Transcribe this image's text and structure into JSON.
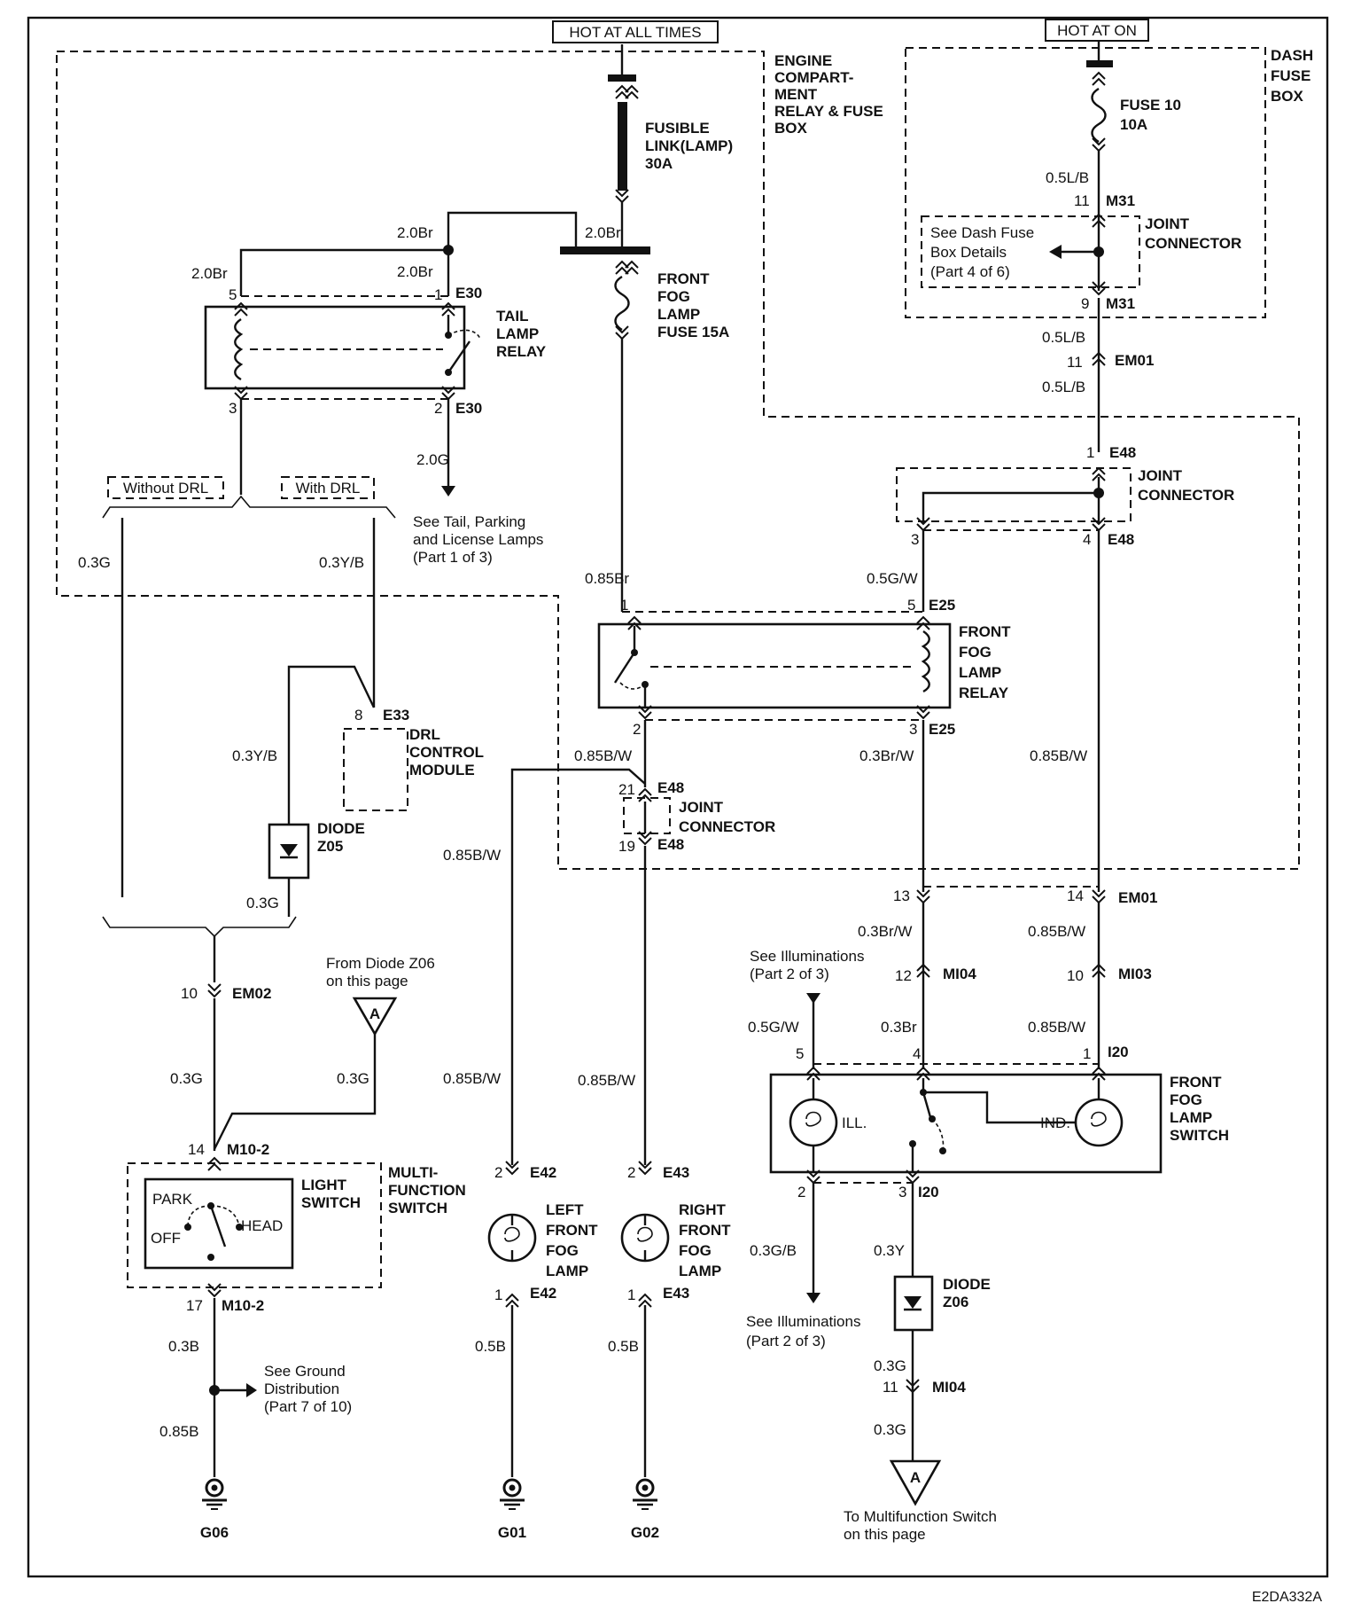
{
  "banners": {
    "hot_all": "HOT AT ALL TIMES",
    "hot_on": "HOT AT ON"
  },
  "boxes": {
    "engine_box": [
      "ENGINE",
      "COMPART-",
      "MENT",
      "RELAY & FUSE",
      "BOX"
    ],
    "dash_box": [
      "DASH",
      "FUSE",
      "BOX"
    ]
  },
  "components": {
    "fusible_link": [
      "FUSIBLE",
      "LINK(LAMP)",
      "30A"
    ],
    "fog_fuse": [
      "FRONT",
      "FOG",
      "LAMP",
      "FUSE 15A"
    ],
    "fuse10": [
      "FUSE 10",
      "10A"
    ],
    "tail_relay": [
      "TAIL",
      "LAMP",
      "RELAY"
    ],
    "fog_relay": [
      "FRONT",
      "FOG",
      "LAMP",
      "RELAY"
    ],
    "joint_connector": [
      "JOINT",
      "CONNECTOR"
    ],
    "drl_module": [
      "DRL",
      "CONTROL",
      "MODULE"
    ],
    "diode_z05": [
      "DIODE",
      "Z05"
    ],
    "diode_z06": [
      "DIODE",
      "Z06"
    ],
    "light_switch": [
      "LIGHT",
      "SWITCH"
    ],
    "multi_switch": [
      "MULTI-",
      "FUNCTION",
      "SWITCH"
    ],
    "left_lamp": [
      "LEFT",
      "FRONT",
      "FOG",
      "LAMP"
    ],
    "right_lamp": [
      "RIGHT",
      "FRONT",
      "FOG",
      "LAMP"
    ],
    "fog_switch": [
      "FRONT",
      "FOG",
      "LAMP",
      "SWITCH"
    ],
    "switch_pos": {
      "park": "PARK",
      "off": "OFF",
      "head": "HEAD"
    },
    "ill": "ILL.",
    "ind": "IND."
  },
  "notes": {
    "dash_details": [
      "See Dash Fuse",
      "Box Details",
      "(Part 4 of 6)"
    ],
    "tail_ref": [
      "See Tail, Parking",
      "and License Lamps",
      "(Part 1 of 3)"
    ],
    "without_drl": "Without DRL",
    "with_drl": "With DRL",
    "from_z06": [
      "From Diode Z06",
      "on this page"
    ],
    "illum_top": [
      "See Illuminations",
      "(Part 2 of 3)"
    ],
    "illum_bottom": [
      "See Illuminations",
      "(Part 2 of 3)"
    ],
    "ground_dist": [
      "See Ground",
      "Distribution",
      "(Part 7 of 10)"
    ],
    "to_multi": [
      "To Multifunction Switch",
      "on this page"
    ],
    "offpage_marker": "A"
  },
  "wires": {
    "w_2_0br_a": "2.0Br",
    "w_2_0br_b": "2.0Br",
    "w_2_0br_c": "2.0Br",
    "w_2_0br_d": "2.0Br",
    "w_2_0g": "2.0G",
    "w_0_3g_left": "0.3G",
    "w_0_3yb_top": "0.3Y/B",
    "w_0_3yb_mid": "0.3Y/B",
    "w_0_3g_diode": "0.3G",
    "w_0_3g_em02": "0.3G",
    "w_0_3g_a": "0.3G",
    "w_0_3b": "0.3B",
    "w_0_85b": "0.85B",
    "w_0_85br": "0.85Br",
    "w_085bw_1": "0.85B/W",
    "w_085bw_2": "0.85B/W",
    "w_085bw_3": "0.85B/W",
    "w_085bw_4": "0.85B/W",
    "w_05b_1": "0.5B",
    "w_05b_2": "0.5B",
    "w_05lb_1": "0.5L/B",
    "w_05lb_2": "0.5L/B",
    "w_05lb_3": "0.5L/B",
    "w_05gw_1": "0.5G/W",
    "w_05gw_2": "0.5G/W",
    "w_03brw_1": "0.3Br/W",
    "w_03brw_2": "0.3Br/W",
    "w_03br": "0.3Br",
    "w_085bw_r1": "0.85B/W",
    "w_085bw_r2": "0.85B/W",
    "w_085bw_r3": "0.85B/W",
    "w_03gb": "0.3G/B",
    "w_03y": "0.3Y",
    "w_03g_z06": "0.3G",
    "w_03g_mi04": "0.3G"
  },
  "pins": {
    "p5": "5",
    "p1": "1",
    "p3": "3",
    "p2": "2",
    "e30a": "E30",
    "e30b": "E30",
    "m31a_n": "11",
    "m31a": "M31",
    "m31b_n": "9",
    "m31b": "M31",
    "em01a_n": "11",
    "em01a": "EM01",
    "e48a_n": "1",
    "e48a": "E48",
    "e48b_n": "3",
    "e48c_n": "4",
    "e48c": "E48",
    "e25a_n1": "1",
    "e25a_n5": "5",
    "e25a": "E25",
    "e25b_n2": "2",
    "e25b_n3": "3",
    "e25b": "E25",
    "e33_n": "8",
    "e33": "E33",
    "e48d_n": "21",
    "e48d": "E48",
    "e48e_n": "19",
    "e48e": "E48",
    "em01b_n13": "13",
    "em01b_n14": "14",
    "em01b": "EM01",
    "mi04a_n": "12",
    "mi04a": "MI04",
    "mi03_n": "10",
    "mi03": "MI03",
    "i20a_n5": "5",
    "i20a_n4": "4",
    "i20a_n1": "1",
    "i20a": "I20",
    "i20b_n2": "2",
    "i20b_n3": "3",
    "i20b": "I20",
    "em02_n": "10",
    "em02": "EM02",
    "m102a_n": "14",
    "m102a": "M10-2",
    "m102b_n": "17",
    "m102b": "M10-2",
    "e42a_n": "2",
    "e42a": "E42",
    "e42b_n": "1",
    "e42b": "E42",
    "e43a_n": "2",
    "e43a": "E43",
    "e43b_n": "1",
    "e43b": "E43",
    "mi04b_n": "11",
    "mi04b": "MI04"
  },
  "grounds": {
    "g06": "G06",
    "g01": "G01",
    "g02": "G02"
  },
  "footer": {
    "code": "E2DA332A"
  }
}
